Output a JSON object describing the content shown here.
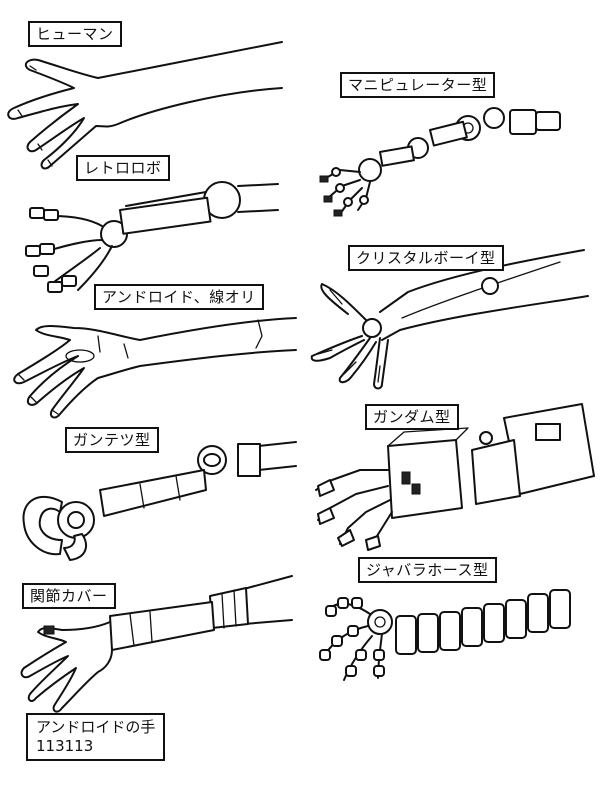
{
  "labels": {
    "human": "ヒューマン",
    "retro_robot": "レトロロボ",
    "android_seam": "アンドロイド、線オリ",
    "gantetsu": "ガンテツ型",
    "joint_cover": "関節カバー",
    "manipulator": "マニピュレーター型",
    "crystal_boy": "クリスタルボーイ型",
    "gundam": "ガンダム型",
    "jabara_hose": "ジャバラホース型"
  },
  "title": {
    "main": "アンドロイドの手",
    "date": "113113"
  },
  "icons": {
    "human": "human-arm-icon",
    "retro_robot": "retro-robot-arm-icon",
    "android_seam": "android-seam-arm-icon",
    "gantetsu": "claw-arm-icon",
    "joint_cover": "joint-cover-arm-icon",
    "manipulator": "manipulator-arm-icon",
    "crystal_boy": "crystal-arm-icon",
    "gundam": "mecha-arm-icon",
    "jabara_hose": "hose-arm-icon"
  }
}
